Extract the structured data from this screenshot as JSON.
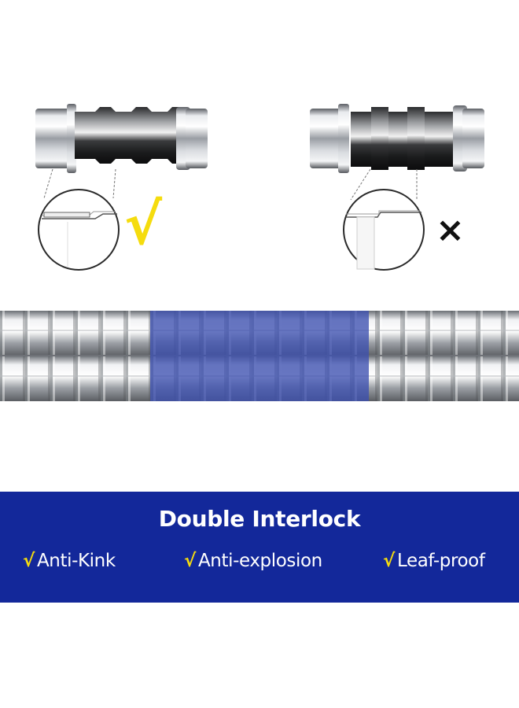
{
  "banner": {
    "title": "Double Interlock",
    "features": [
      {
        "check": "√",
        "label": "Anti-Kink"
      },
      {
        "check": "√",
        "label": "Anti-explosion"
      },
      {
        "check": "√",
        "label": "Leaf-proof"
      }
    ]
  },
  "comparison": {
    "good_mark": "√",
    "bad_mark": "×"
  },
  "colors": {
    "banner": "#13289a",
    "check": "#f5dc0e",
    "sleeve": "#4a5bb0"
  }
}
